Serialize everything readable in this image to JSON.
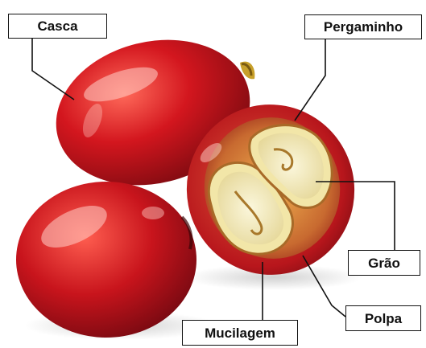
{
  "labels": {
    "casca": "Casca",
    "pergaminho": "Pergaminho",
    "grao": "Grão",
    "polpa": "Polpa",
    "mucilagem": "Mucilagem"
  },
  "colors": {
    "skin_red": "#c8141c",
    "skin_dark": "#7a0a10",
    "highlight": "#ffd0c8",
    "flesh": "#e8a040",
    "parchment": "#f2e6a8",
    "bean": "#f6f0c8",
    "leader_line": "#111111"
  }
}
